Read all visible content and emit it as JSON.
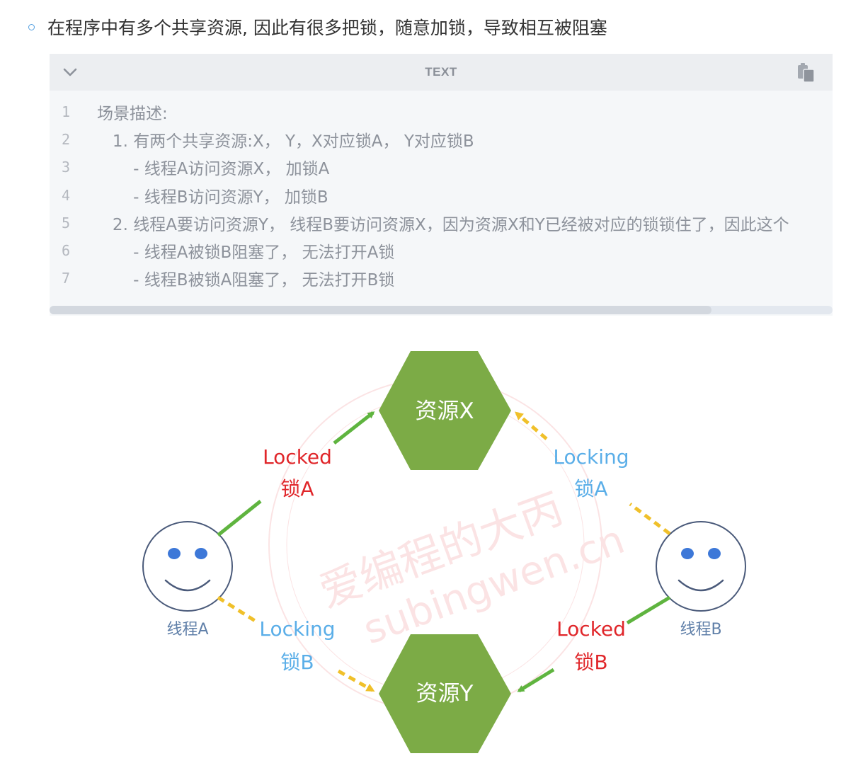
{
  "bullet": {
    "text": "在程序中有多个共享资源, 因此有很多把锁，随意加锁，导致相互被阻塞"
  },
  "code_block": {
    "language": "TEXT",
    "collapse_icon": "chevron-down-icon",
    "copy_icon": "copy-icon",
    "lines": [
      {
        "no": "1",
        "text": "场景描述:"
      },
      {
        "no": "2",
        "text": "   1. 有两个共享资源:X， Y，X对应锁A， Y对应锁B"
      },
      {
        "no": "3",
        "text": "       - 线程A访问资源X， 加锁A"
      },
      {
        "no": "4",
        "text": "       - 线程B访问资源Y， 加锁B"
      },
      {
        "no": "5",
        "text": "   2. 线程A要访问资源Y， 线程B要访问资源X，因为资源X和Y已经被对应的锁锁住了，因此这个"
      },
      {
        "no": "6",
        "text": "       - 线程A被锁B阻塞了， 无法打开A锁"
      },
      {
        "no": "7",
        "text": "       - 线程B被锁A阻塞了， 无法打开B锁"
      }
    ]
  },
  "diagram": {
    "resource_x": "资源X",
    "resource_y": "资源Y",
    "thread_a": "线程A",
    "thread_b": "线程B",
    "locked_a_en": "Locked",
    "locked_a_cn": "锁A",
    "locking_a_en": "Locking",
    "locking_a_cn": "锁A",
    "locking_b_en": "Locking",
    "locking_b_cn": "锁B",
    "locked_b_en": "Locked",
    "locked_b_cn": "锁B",
    "watermark_cn": "爱编程的大丙",
    "watermark_url": "subingwen.cn",
    "colors": {
      "hexagon": "#7cab46",
      "locked_text": "#e0262a",
      "locking_text": "#5aaee8",
      "solid_arrow": "#5fb43f",
      "dashed_arrow": "#f0c02a",
      "thread_label": "#5f7fa8",
      "face_stroke": "#4a5a7a",
      "eye": "#3d78d8"
    }
  }
}
